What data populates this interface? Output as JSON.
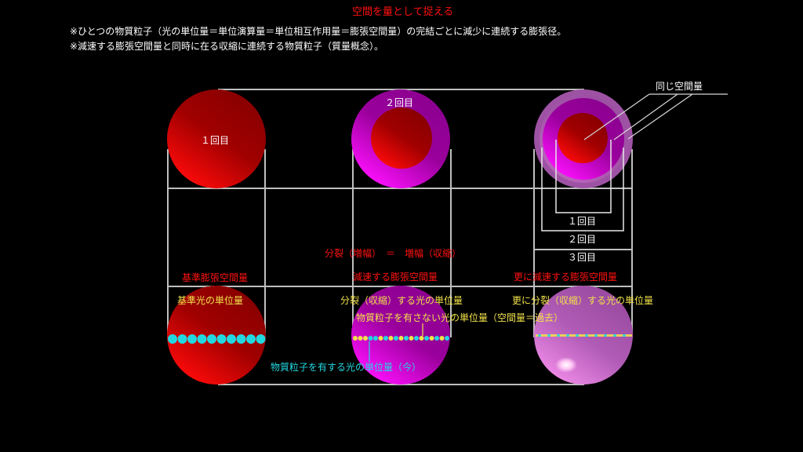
{
  "header": {
    "title": "空間を量として捉える",
    "note_line_1": "※ひとつの物質粒子（光の単位量＝単位演算量＝単位相互作用量＝膨張空間量）の完結ごとに減少に連続する膨張径。",
    "note_line_2": "※減速する膨張空間量と同時に在る収縮に連続する物質粒子（質量概念）。"
  },
  "top_row": {
    "circle_1_label": "１回目",
    "circle_2_label": "２回目",
    "same_space_label": "同じ空間量",
    "bracket_labels": [
      "１回目",
      "２回目",
      "３回目"
    ]
  },
  "middle": {
    "equation": "分裂（増幅）　＝　増幅（収縮）",
    "column_labels": [
      "基準膨張空間量",
      "減速する膨張空間量",
      "更に減速する膨張空間量"
    ]
  },
  "bottom_row": {
    "unit_labels": [
      "基準光の単位量",
      "分裂（収縮）する光の単位量",
      "更に分裂（収縮）する光の単位量"
    ],
    "no_particle_label": "物質粒子を有さない光の単位量（空間量＝過去）",
    "with_particle_label": "物質粒子を有する光の単位量（今）"
  },
  "colors": {
    "background": "#000000",
    "grid_line": "#bfbfbf",
    "title_red": "#ff1010",
    "label_yellow": "#f2e24a",
    "label_cyan": "#22d8e0",
    "sphere_red": "#e00000",
    "sphere_magenta": "#c000c8",
    "sphere_pink": "#d070c8"
  }
}
